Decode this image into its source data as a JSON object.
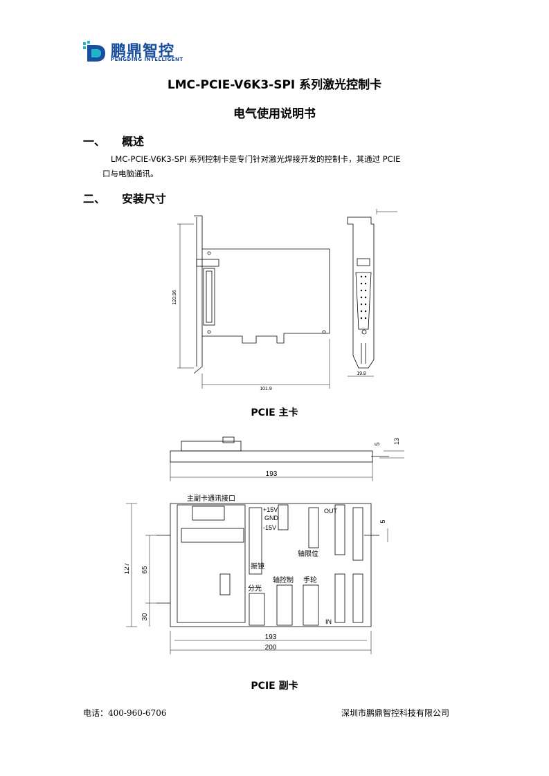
{
  "header": {
    "logo_cn": "鹏鼎智控",
    "logo_en": "PENGDING INTELLIGENT"
  },
  "title_line1": "LMC-PCIE-V6K3-SPI 系列激光控制卡",
  "title_line2": "电气使用说明书",
  "section1": {
    "num": "一、",
    "title": "概述",
    "text_line1": "LMC-PCIE-V6K3-SPI 系列控制卡是专门针对激光焊接开发的控制卡，其通过 PCIE",
    "text_line2": "口与电脑通讯。"
  },
  "section2": {
    "num": "二、",
    "title": "安装尺寸"
  },
  "drawing_main": {
    "dim_height": "120.96",
    "dim_width": "101.9",
    "dim_bracket": "19.8",
    "caption": "PCIE 主卡"
  },
  "drawing_sub": {
    "dim_top_5": "5",
    "dim_top_13": "13",
    "dim_top_193": "193",
    "label_comm": "主副卡通讯接口",
    "label_15v": "+15V",
    "label_gnd": "GND",
    "label_m15v": "-15V",
    "label_out": "OUT",
    "label_limit": "轴限位",
    "label_galvo": "振镜",
    "label_split": "分光",
    "label_axis": "轴控制",
    "label_wheel": "手轮",
    "label_in": "IN",
    "dim_127": "127",
    "dim_65": "65",
    "dim_30": "30",
    "dim_5": "5",
    "dim_193": "193",
    "dim_200": "200",
    "caption": "PCIE 副卡"
  },
  "footer": {
    "phone": "电话：400-960-6706",
    "company": "深圳市鹏鼎智控科技有限公司"
  }
}
